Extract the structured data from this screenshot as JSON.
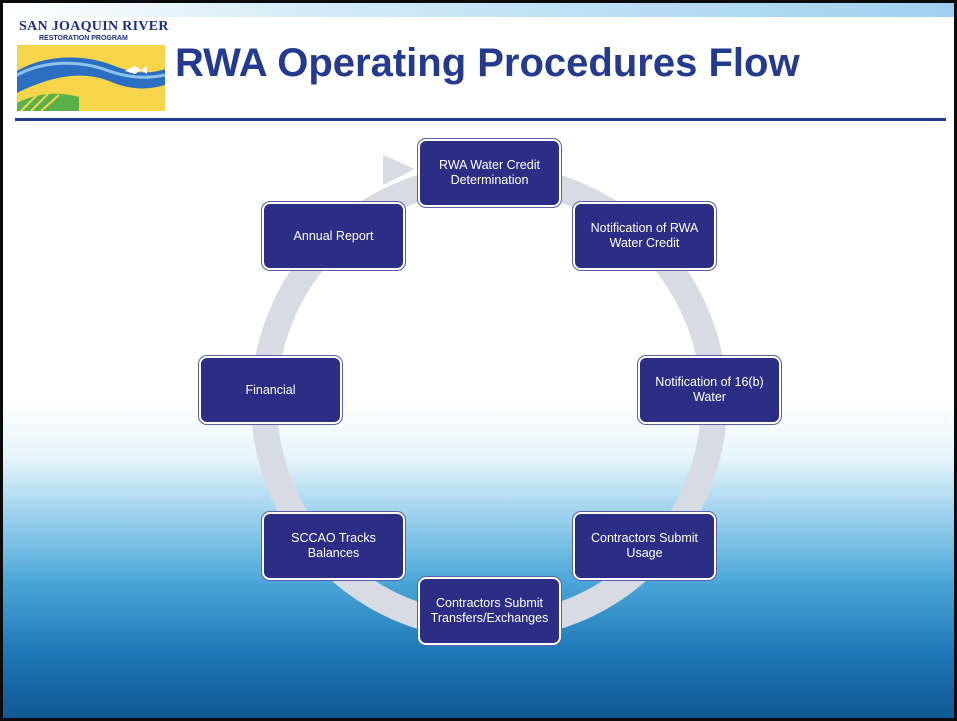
{
  "logo": {
    "line1": "SAN JOAQUIN RIVER",
    "line2": "RESTORATION PROGRAM"
  },
  "title": "RWA Operating Procedures Flow",
  "colors": {
    "title": "#243a8e",
    "node_fill": "#2b2e84",
    "node_border": "#ffffff",
    "ring": "#d9dbe4"
  },
  "diagram": {
    "type": "cycle",
    "direction": "clockwise",
    "nodes": [
      {
        "id": "n1",
        "label": "RWA Water Credit Determination"
      },
      {
        "id": "n2",
        "label": "Notification of RWA Water Credit"
      },
      {
        "id": "n3",
        "label": "Notification of 16(b) Water"
      },
      {
        "id": "n4",
        "label": "Contractors Submit Usage"
      },
      {
        "id": "n5",
        "label": "Contractors Submit Transfers/Exchanges"
      },
      {
        "id": "n6",
        "label": "SCCAO Tracks Balances"
      },
      {
        "id": "n7",
        "label": "Financial"
      },
      {
        "id": "n8",
        "label": "Annual Report"
      }
    ]
  }
}
